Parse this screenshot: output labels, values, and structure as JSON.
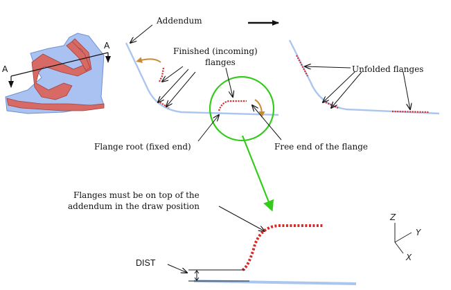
{
  "colors": {
    "panel": "#a9c2f2",
    "panel_stroke": "#6e8fd0",
    "flange_region": "#d86a66",
    "addendum_line": "#a9c6f0",
    "flange_red": "#d42a2a",
    "arrow_orange": "#c98a32",
    "green": "#33cc1a",
    "ink": "#111111"
  },
  "labels": {
    "section_a_left": "A",
    "section_a_right": "A",
    "addendum": "Addendum",
    "finished_flanges_line1": "Finished (incoming)",
    "finished_flanges_line2": "flanges",
    "unfolded_flanges": "Unfolded flanges",
    "flange_root": "Flange root (fixed end)",
    "free_end": "Free end of the flange",
    "must_be_on_top_line1": "Flanges must be on top of the",
    "must_be_on_top_line2": "addendum in the draw position",
    "dist": "DIST"
  },
  "axes_triad": {
    "z": "Z",
    "y": "Y",
    "x": "X"
  }
}
